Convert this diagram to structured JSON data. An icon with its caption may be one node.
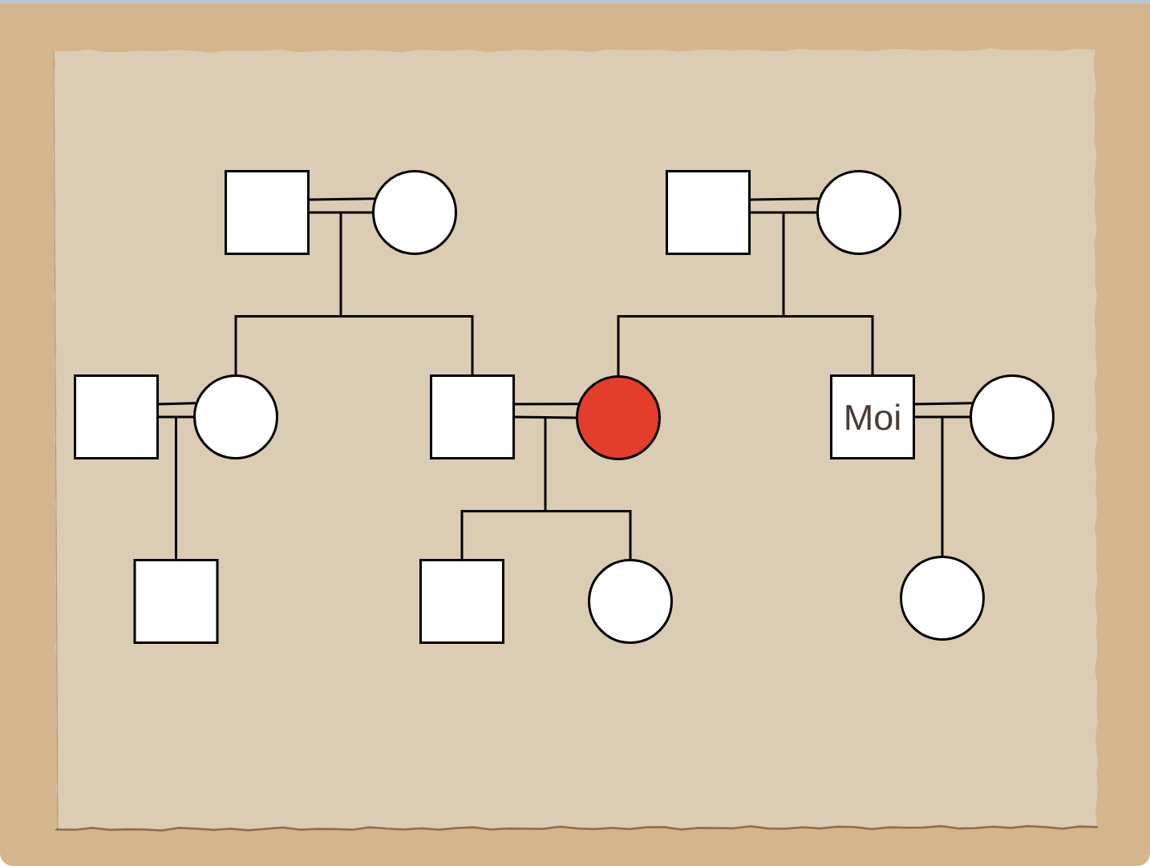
{
  "diagram": {
    "nodes": [
      {
        "text": [],
        "shape": "box"
      },
      {
        "text": [],
        "shape": "circle"
      },
      {
        "text": [],
        "shape": "box"
      },
      {
        "text": [],
        "shape": "circle"
      },
      {
        "text": [],
        "shape": "box"
      },
      {
        "text": [],
        "shape": "circle"
      },
      {
        "text": [],
        "shape": "box"
      },
      {
        "text": [],
        "shape": "circle"
      },
      {
        "text": [
          "Moi"
        ]
      },
      {
        "text": [],
        "shape": "circle"
      },
      {
        "text": [],
        "shape": "box"
      },
      {
        "text": [],
        "shape": "box"
      },
      {
        "text": [],
        "shape": "circle"
      },
      {
        "text": [],
        "shape": "circle"
      }
    ],
    "edges": [
      {
        "from": 0,
        "to": 1,
        "arrow": "none"
      },
      {
        "from": 2,
        "to": 3,
        "arrow": "none"
      },
      {
        "from": 4,
        "to": 5,
        "arrow": "none"
      },
      {
        "from": 6,
        "to": 7,
        "arrow": "none"
      },
      {
        "from": 8,
        "to": 9,
        "arrow": "none"
      },
      {
        "from": 0,
        "to": 5,
        "arrow": "none"
      },
      {
        "from": 1,
        "to": 5,
        "arrow": "none"
      },
      {
        "from": 0,
        "to": 6,
        "arrow": "none"
      },
      {
        "from": 1,
        "to": 6,
        "arrow": "none"
      },
      {
        "from": 2,
        "to": 7,
        "arrow": "none"
      },
      {
        "from": 3,
        "to": 7,
        "arrow": "none"
      },
      {
        "from": 2,
        "to": 8,
        "arrow": "none"
      },
      {
        "from": 3,
        "to": 8,
        "arrow": "none"
      },
      {
        "from": 4,
        "to": 10,
        "arrow": "none"
      },
      {
        "from": 5,
        "to": 10,
        "arrow": "none"
      },
      {
        "from": 6,
        "to": 11,
        "arrow": "none"
      },
      {
        "from": 7,
        "to": 11,
        "arrow": "none"
      },
      {
        "from": 6,
        "to": 12,
        "arrow": "none"
      },
      {
        "from": 7,
        "to": 12,
        "arrow": "none"
      },
      {
        "from": 8,
        "to": 13,
        "arrow": "none"
      },
      {
        "from": 9,
        "to": 13,
        "arrow": "none"
      }
    ]
  }
}
